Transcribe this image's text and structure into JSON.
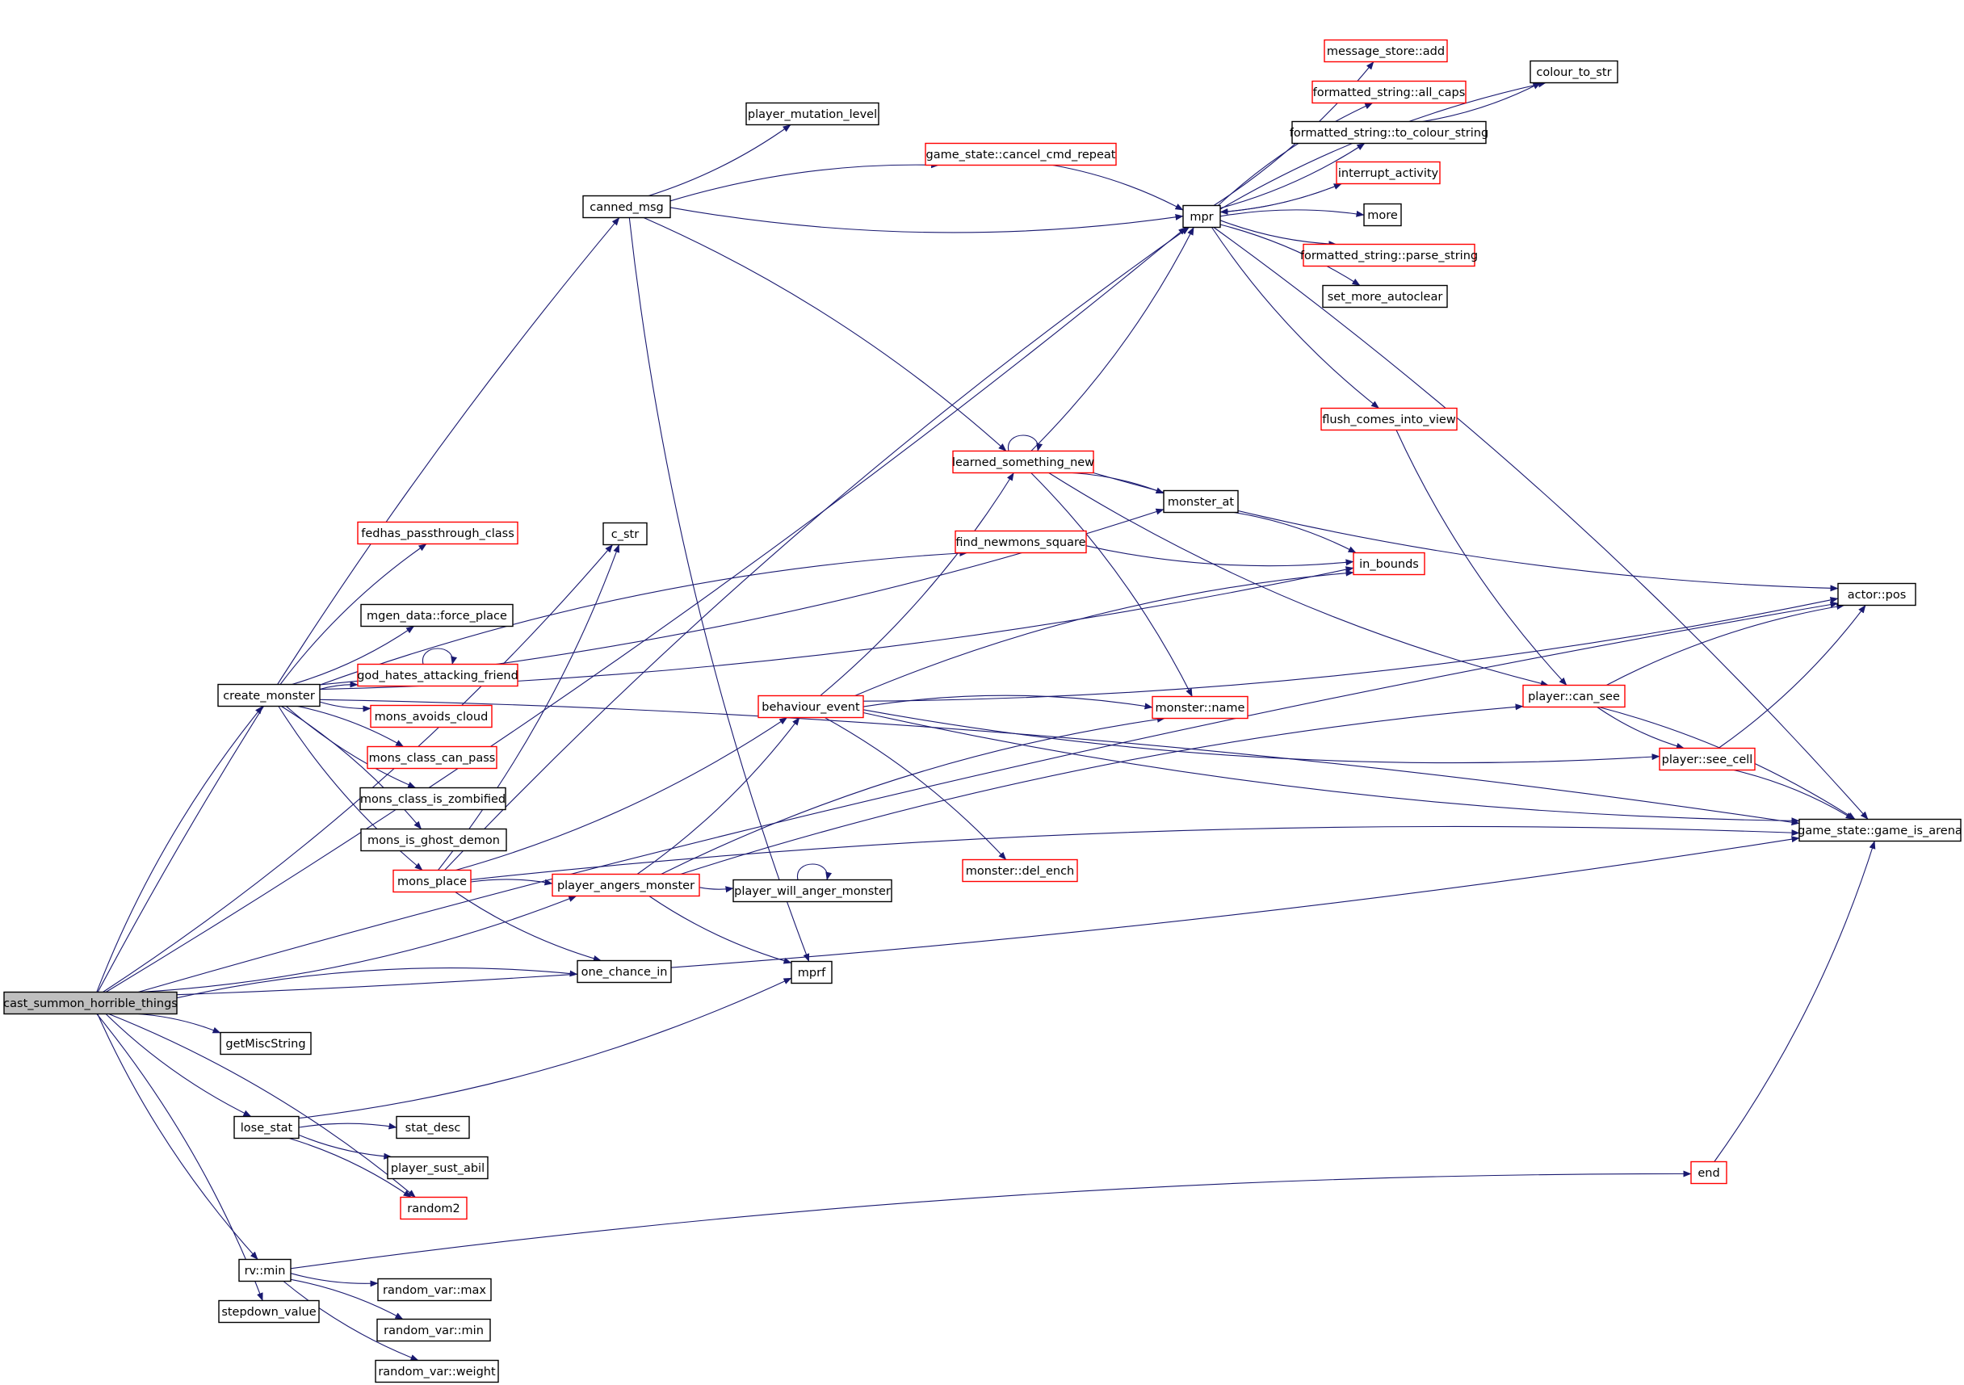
{
  "graph": {
    "colors": {
      "edge": "#191970",
      "root_fill": "#bfbfbf",
      "border_plain": "#000000",
      "border_truncated": "#ff0000"
    },
    "nodes": [
      {
        "id": "cast_summon_horrible_things",
        "label": "cast_summon_horrible_things",
        "style": "root"
      },
      {
        "id": "create_monster",
        "label": "create_monster",
        "style": "plain"
      },
      {
        "id": "canned_msg",
        "label": "canned_msg",
        "style": "plain"
      },
      {
        "id": "player_mutation_level",
        "label": "player_mutation_level",
        "style": "plain"
      },
      {
        "id": "game_state::cancel_cmd_repeat",
        "label": "game_state::cancel_cmd_repeat",
        "style": "truncated"
      },
      {
        "id": "mpr",
        "label": "mpr",
        "style": "plain"
      },
      {
        "id": "message_store::add",
        "label": "message_store::add",
        "style": "truncated"
      },
      {
        "id": "formatted_string::all_caps",
        "label": "formatted_string::all_caps",
        "style": "truncated"
      },
      {
        "id": "formatted_string::to_colour_string",
        "label": "formatted_string::to_colour_string",
        "style": "plain"
      },
      {
        "id": "colour_to_str",
        "label": "colour_to_str",
        "style": "plain"
      },
      {
        "id": "interrupt_activity",
        "label": "interrupt_activity",
        "style": "truncated"
      },
      {
        "id": "more",
        "label": "more",
        "style": "plain"
      },
      {
        "id": "formatted_string::parse_string",
        "label": "formatted_string::parse_string",
        "style": "truncated"
      },
      {
        "id": "set_more_autoclear",
        "label": "set_more_autoclear",
        "style": "plain"
      },
      {
        "id": "flush_comes_into_view",
        "label": "flush_comes_into_view",
        "style": "truncated"
      },
      {
        "id": "learned_something_new",
        "label": "learned_something_new",
        "style": "truncated"
      },
      {
        "id": "monster_at",
        "label": "monster_at",
        "style": "plain"
      },
      {
        "id": "find_newmons_square",
        "label": "find_newmons_square",
        "style": "truncated"
      },
      {
        "id": "in_bounds",
        "label": "in_bounds",
        "style": "truncated"
      },
      {
        "id": "actor::pos",
        "label": "actor::pos",
        "style": "plain"
      },
      {
        "id": "c_str",
        "label": "c_str",
        "style": "plain"
      },
      {
        "id": "fedhas_passthrough_class",
        "label": "fedhas_passthrough_class",
        "style": "truncated"
      },
      {
        "id": "mgen_data::force_place",
        "label": "mgen_data::force_place",
        "style": "plain"
      },
      {
        "id": "god_hates_attacking_friend",
        "label": "god_hates_attacking_friend",
        "style": "truncated"
      },
      {
        "id": "mons_avoids_cloud",
        "label": "mons_avoids_cloud",
        "style": "truncated"
      },
      {
        "id": "mons_class_can_pass",
        "label": "mons_class_can_pass",
        "style": "truncated"
      },
      {
        "id": "mons_class_is_zombified",
        "label": "mons_class_is_zombified",
        "style": "plain"
      },
      {
        "id": "mons_is_ghost_demon",
        "label": "mons_is_ghost_demon",
        "style": "plain"
      },
      {
        "id": "mons_place",
        "label": "mons_place",
        "style": "truncated"
      },
      {
        "id": "player_angers_monster",
        "label": "player_angers_monster",
        "style": "truncated"
      },
      {
        "id": "player_will_anger_monster",
        "label": "player_will_anger_monster",
        "style": "plain"
      },
      {
        "id": "behaviour_event",
        "label": "behaviour_event",
        "style": "truncated"
      },
      {
        "id": "monster::name",
        "label": "monster::name",
        "style": "truncated"
      },
      {
        "id": "monster::del_ench",
        "label": "monster::del_ench",
        "style": "truncated"
      },
      {
        "id": "player::can_see",
        "label": "player::can_see",
        "style": "truncated"
      },
      {
        "id": "player::see_cell",
        "label": "player::see_cell",
        "style": "truncated"
      },
      {
        "id": "game_state::game_is_arena",
        "label": "game_state::game_is_arena",
        "style": "plain"
      },
      {
        "id": "one_chance_in",
        "label": "one_chance_in",
        "style": "plain"
      },
      {
        "id": "mprf",
        "label": "mprf",
        "style": "plain"
      },
      {
        "id": "getMiscString",
        "label": "getMiscString",
        "style": "plain"
      },
      {
        "id": "lose_stat",
        "label": "lose_stat",
        "style": "plain"
      },
      {
        "id": "stat_desc",
        "label": "stat_desc",
        "style": "plain"
      },
      {
        "id": "player_sust_abil",
        "label": "player_sust_abil",
        "style": "plain"
      },
      {
        "id": "random2",
        "label": "random2",
        "style": "truncated"
      },
      {
        "id": "end",
        "label": "end",
        "style": "truncated"
      },
      {
        "id": "rv::min",
        "label": "rv::min",
        "style": "plain"
      },
      {
        "id": "random_var::max",
        "label": "random_var::max",
        "style": "plain"
      },
      {
        "id": "random_var::min",
        "label": "random_var::min",
        "style": "plain"
      },
      {
        "id": "random_var::weight",
        "label": "random_var::weight",
        "style": "plain"
      },
      {
        "id": "stepdown_value",
        "label": "stepdown_value",
        "style": "plain"
      }
    ],
    "edges": [
      [
        "cast_summon_horrible_things",
        "canned_msg"
      ],
      [
        "cast_summon_horrible_things",
        "mpr"
      ],
      [
        "cast_summon_horrible_things",
        "actor::pos"
      ],
      [
        "cast_summon_horrible_things",
        "c_str"
      ],
      [
        "cast_summon_horrible_things",
        "create_monster"
      ],
      [
        "cast_summon_horrible_things",
        "player_angers_monster"
      ],
      [
        "cast_summon_horrible_things",
        "one_chance_in"
      ],
      [
        "cast_summon_horrible_things",
        "game_state::game_is_arena"
      ],
      [
        "cast_summon_horrible_things",
        "getMiscString"
      ],
      [
        "cast_summon_horrible_things",
        "lose_stat"
      ],
      [
        "cast_summon_horrible_things",
        "random2"
      ],
      [
        "cast_summon_horrible_things",
        "rv::min"
      ],
      [
        "cast_summon_horrible_things",
        "stepdown_value"
      ],
      [
        "create_monster",
        "monster_at"
      ],
      [
        "create_monster",
        "find_newmons_square"
      ],
      [
        "create_monster",
        "in_bounds"
      ],
      [
        "create_monster",
        "fedhas_passthrough_class"
      ],
      [
        "create_monster",
        "mgen_data::force_place"
      ],
      [
        "create_monster",
        "god_hates_attacking_friend"
      ],
      [
        "create_monster",
        "mons_avoids_cloud"
      ],
      [
        "create_monster",
        "mons_class_can_pass"
      ],
      [
        "create_monster",
        "mons_class_is_zombified"
      ],
      [
        "create_monster",
        "mons_is_ghost_demon"
      ],
      [
        "create_monster",
        "mons_place"
      ],
      [
        "create_monster",
        "game_state::game_is_arena"
      ],
      [
        "canned_msg",
        "player_mutation_level"
      ],
      [
        "canned_msg",
        "game_state::cancel_cmd_repeat"
      ],
      [
        "canned_msg",
        "mpr"
      ],
      [
        "canned_msg",
        "learned_something_new"
      ],
      [
        "canned_msg",
        "mprf"
      ],
      [
        "game_state::cancel_cmd_repeat",
        "mpr"
      ],
      [
        "mpr",
        "message_store::add"
      ],
      [
        "mpr",
        "formatted_string::all_caps"
      ],
      [
        "mpr",
        "formatted_string::to_colour_string"
      ],
      [
        "mpr",
        "colour_to_str"
      ],
      [
        "mpr",
        "interrupt_activity"
      ],
      [
        "mpr",
        "more"
      ],
      [
        "mpr",
        "formatted_string::parse_string"
      ],
      [
        "mpr",
        "set_more_autoclear"
      ],
      [
        "mpr",
        "flush_comes_into_view"
      ],
      [
        "mpr",
        "game_state::game_is_arena"
      ],
      [
        "formatted_string::to_colour_string",
        "colour_to_str"
      ],
      [
        "interrupt_activity",
        "mpr"
      ],
      [
        "flush_comes_into_view",
        "player::can_see"
      ],
      [
        "learned_something_new",
        "learned_something_new"
      ],
      [
        "learned_something_new",
        "mpr"
      ],
      [
        "learned_something_new",
        "monster_at"
      ],
      [
        "learned_something_new",
        "actor::pos"
      ],
      [
        "learned_something_new",
        "monster::name"
      ],
      [
        "learned_something_new",
        "player::can_see"
      ],
      [
        "monster_at",
        "in_bounds"
      ],
      [
        "find_newmons_square",
        "in_bounds"
      ],
      [
        "god_hates_attacking_friend",
        "god_hates_attacking_friend"
      ],
      [
        "mons_place",
        "c_str"
      ],
      [
        "mons_place",
        "mpr"
      ],
      [
        "mons_place",
        "behaviour_event"
      ],
      [
        "mons_place",
        "player_angers_monster"
      ],
      [
        "mons_place",
        "one_chance_in"
      ],
      [
        "mons_place",
        "game_state::game_is_arena"
      ],
      [
        "player_angers_monster",
        "behaviour_event"
      ],
      [
        "player_angers_monster",
        "monster::name"
      ],
      [
        "player_angers_monster",
        "player_will_anger_monster"
      ],
      [
        "player_angers_monster",
        "player::can_see"
      ],
      [
        "player_angers_monster",
        "mprf"
      ],
      [
        "player_will_anger_monster",
        "player_will_anger_monster"
      ],
      [
        "behaviour_event",
        "learned_something_new"
      ],
      [
        "behaviour_event",
        "in_bounds"
      ],
      [
        "behaviour_event",
        "actor::pos"
      ],
      [
        "behaviour_event",
        "monster::name"
      ],
      [
        "behaviour_event",
        "player::see_cell"
      ],
      [
        "behaviour_event",
        "monster::del_ench"
      ],
      [
        "behaviour_event",
        "game_state::game_is_arena"
      ],
      [
        "player::can_see",
        "actor::pos"
      ],
      [
        "player::can_see",
        "player::see_cell"
      ],
      [
        "player::can_see",
        "game_state::game_is_arena"
      ],
      [
        "player::see_cell",
        "actor::pos"
      ],
      [
        "player::see_cell",
        "game_state::game_is_arena"
      ],
      [
        "lose_stat",
        "mprf"
      ],
      [
        "lose_stat",
        "stat_desc"
      ],
      [
        "lose_stat",
        "player_sust_abil"
      ],
      [
        "lose_stat",
        "random2"
      ],
      [
        "end",
        "game_state::game_is_arena"
      ],
      [
        "rv::min",
        "end"
      ],
      [
        "rv::min",
        "random_var::max"
      ],
      [
        "rv::min",
        "random_var::min"
      ],
      [
        "rv::min",
        "random_var::weight"
      ]
    ]
  }
}
